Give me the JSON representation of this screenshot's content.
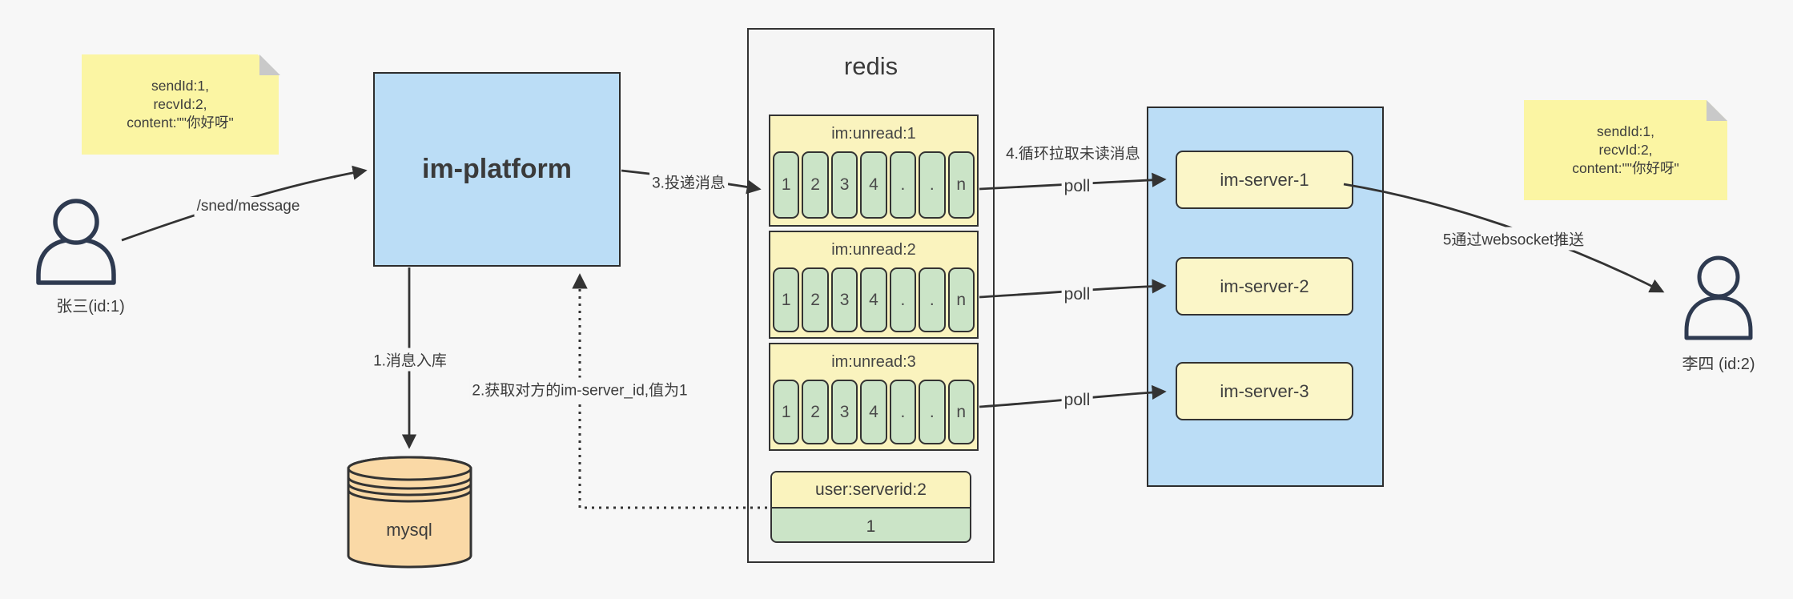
{
  "notes": {
    "left": {
      "line1": "sendId:1,",
      "line2": "recvId:2,",
      "line3": "content:\"\"你好呀\""
    },
    "right": {
      "line1": "sendId:1,",
      "line2": "recvId:2,",
      "line3": "content:\"\"你好呀\""
    }
  },
  "actors": {
    "sender_label": "张三(id:1)",
    "receiver_label": "李四 (id:2)"
  },
  "platform": {
    "label": "im-platform"
  },
  "database": {
    "label": "mysql"
  },
  "redis": {
    "title": "redis",
    "lists": [
      {
        "header": "im:unread:1",
        "cells": [
          "1",
          "2",
          "3",
          "4",
          ".",
          ".",
          "n"
        ]
      },
      {
        "header": "im:unread:2",
        "cells": [
          "1",
          "2",
          "3",
          "4",
          ".",
          ".",
          "n"
        ]
      },
      {
        "header": "im:unread:3",
        "cells": [
          "1",
          "2",
          "3",
          "4",
          ".",
          ".",
          "n"
        ]
      }
    ],
    "mapping": {
      "header": "user:serverid:2",
      "value": "1"
    }
  },
  "servers": {
    "items": [
      {
        "label": "im-server-1"
      },
      {
        "label": "im-server-2"
      },
      {
        "label": "im-server-3"
      }
    ]
  },
  "edges": {
    "send_label": "/sned/message",
    "store_label": "1.消息入库",
    "get_server_id_label": "2.获取对方的im-server_id,值为1",
    "deliver_label": "3.投递消息",
    "poll_loop_label": "4.循环拉取未读消息",
    "poll_label": "poll",
    "push_label": "5通过websocket推送"
  },
  "colors": {
    "background": "#F7F7F7",
    "arrow": "#333333",
    "note_yellow": "#FBF5A3",
    "note_fold_gray": "#C9C9C9",
    "box_blue": "#BBDDF6",
    "cell_green": "#CBE4C7",
    "header_yellow": "#FAF3BE",
    "server_yellow": "#FBF6C8",
    "mysql_peach": "#FAD9A6",
    "container_gray": "#F5F5F5",
    "person_stroke": "#2E3A50"
  }
}
